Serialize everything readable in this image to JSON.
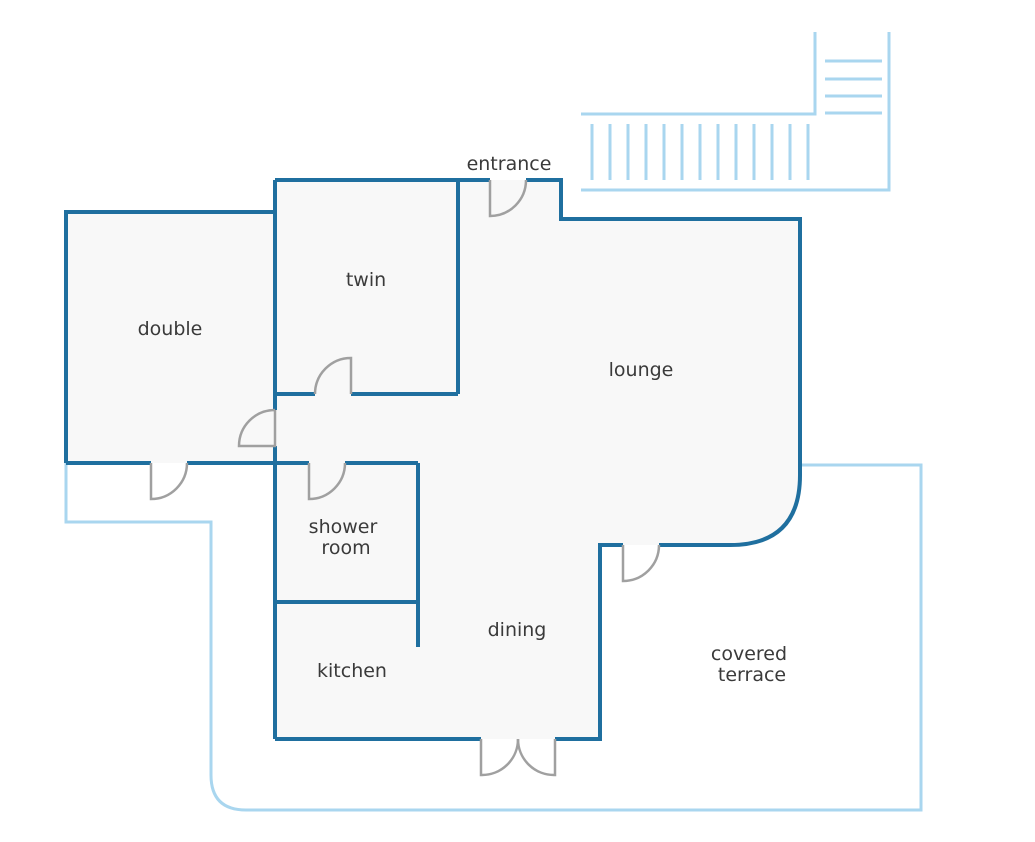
{
  "rooms": {
    "entrance": "entrance",
    "twin": "twin",
    "double": "double",
    "lounge": "lounge",
    "shower_room": [
      "shower",
      "room"
    ],
    "dining": "dining",
    "kitchen": "kitchen",
    "covered_terrace": [
      "covered",
      "terrace"
    ]
  },
  "colors": {
    "wall": "#1f6f9f",
    "outline_light": "#a9d6ef",
    "floor": "#f8f8f8",
    "door": "#a0a0a0",
    "text": "#3a3a3a"
  }
}
